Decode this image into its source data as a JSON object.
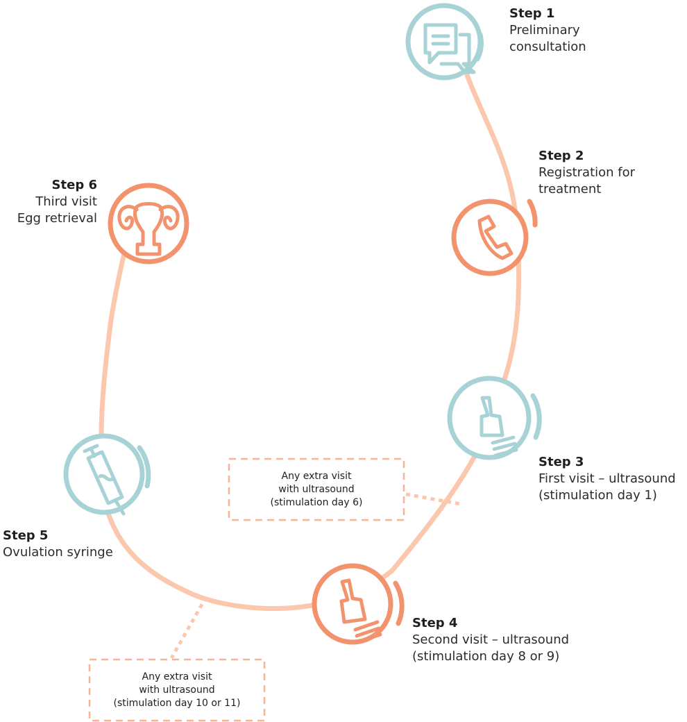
{
  "colors": {
    "path": "#fbc8ae",
    "teal": "#a7d2d6",
    "coral": "#f2936d",
    "note_border": "#f6b595"
  },
  "steps": [
    {
      "title": "Step 1",
      "lines": [
        "Preliminary",
        "consultation"
      ],
      "icon": "chat-bubbles-icon",
      "color": "teal"
    },
    {
      "title": "Step 2",
      "lines": [
        "Registration for",
        "treatment"
      ],
      "icon": "phone-icon",
      "color": "coral"
    },
    {
      "title": "Step 3",
      "lines": [
        "First visit – ultrasound",
        "(stimulation day 1)"
      ],
      "icon": "ultrasound-probe-icon",
      "color": "teal"
    },
    {
      "title": "Step 4",
      "lines": [
        "Second visit – ultrasound",
        "(stimulation day 8 or 9)"
      ],
      "icon": "ultrasound-probe-icon",
      "color": "coral"
    },
    {
      "title": "Step 5",
      "lines": [
        "Ovulation syringe"
      ],
      "icon": "syringe-icon",
      "color": "teal"
    },
    {
      "title": "Step 6",
      "lines": [
        "Third visit",
        "Egg retrieval"
      ],
      "icon": "uterus-icon",
      "color": "coral"
    }
  ],
  "notes": [
    {
      "lines": [
        "Any extra visit",
        "with ultrasound",
        "(stimulation day 6)"
      ]
    },
    {
      "lines": [
        "Any extra visit",
        "with ultrasound",
        "(stimulation day 10 or 11)"
      ]
    }
  ]
}
